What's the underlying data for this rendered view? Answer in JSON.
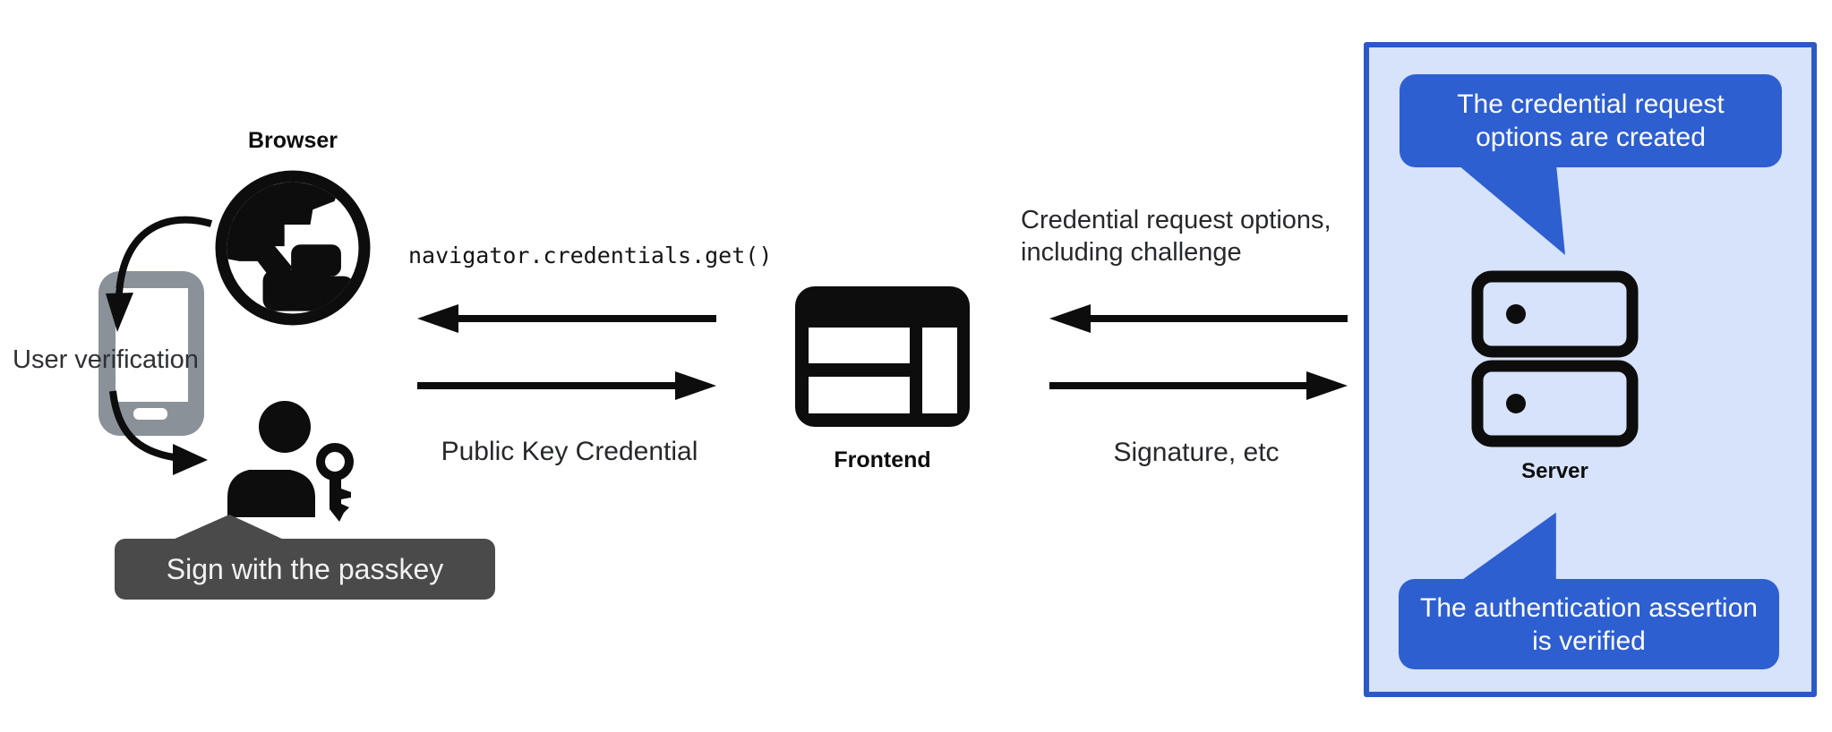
{
  "diagram": {
    "client": {
      "browser_label": "Browser",
      "user_verification_label": "User verification",
      "passkey_tooltip": "Sign with the passkey"
    },
    "frontend": {
      "label": "Frontend",
      "call_to_browser": "navigator.credentials.get()",
      "response_from_browser": "Public Key Credential"
    },
    "server": {
      "label": "Server",
      "message_to_frontend": "Credential request options, including challenge",
      "message_from_frontend": "Signature, etc",
      "bubble_top": "The credential request options are created",
      "bubble_bottom": "The authentication assertion is verified"
    },
    "colors": {
      "bubble_blue": "#2E5FD0",
      "panel_fill": "#D7E2FB",
      "panel_border": "#2B59C7",
      "tooltip_gray": "#4A4A4A",
      "phone_gray": "#8A9198",
      "ink": "#0d0d0d"
    }
  }
}
